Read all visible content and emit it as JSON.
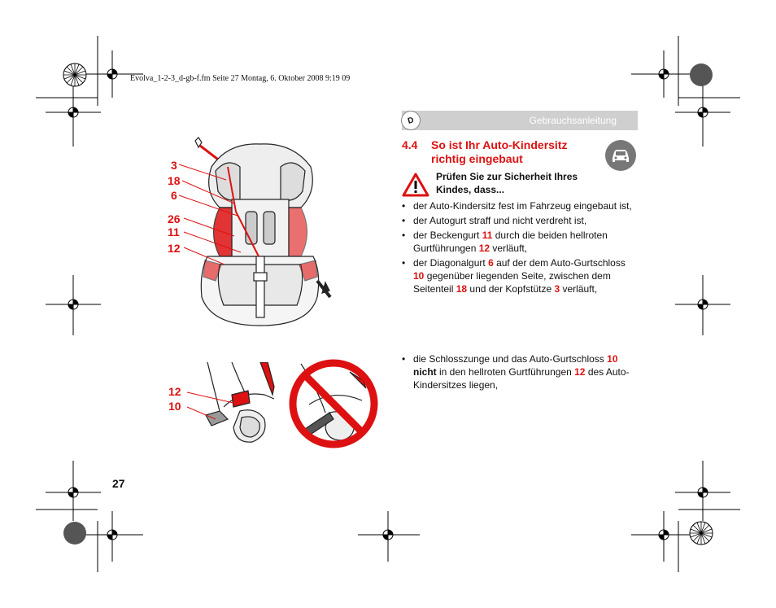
{
  "header": {
    "file_line": "Evolva_1-2-3_d-gb-f.fm  Seite 27  Montag, 6. Oktober 2008  9:19 09"
  },
  "section": {
    "lang_badge": "D",
    "title": "Gebrauchsanleitung"
  },
  "heading": {
    "number": "4.4",
    "line1": "So ist Ihr Auto-Kindersitz",
    "line2": "richtig eingebaut"
  },
  "warning": {
    "line1": "Prüfen Sie zur Sicherheit Ihres",
    "line2": "Kindes, dass..."
  },
  "bullets": [
    {
      "t1": "der Auto-Kindersitz fest im Fahrzeug eingebaut ist,"
    },
    {
      "t1": "der Autogurt straff und nicht verdreht ist,"
    },
    {
      "t1": "der Beckengurt ",
      "r1": "11",
      "t2": " durch die beiden hellroten Gurtführungen ",
      "r2": "12",
      "t3": " verläuft,"
    },
    {
      "t1": "der Diagonalgurt ",
      "r1": "6",
      "t2": " auf der dem Auto-Gurtschloss ",
      "r2": "10",
      "t3": " gegenüber liegenden Seite, zwischen dem Seitenteil ",
      "r3": "18",
      "t4": " und der Kopfstütze ",
      "r4": "3",
      "t5": " verläuft,"
    }
  ],
  "bullet_last": {
    "t1": "die Schlosszunge und das Auto-Gurtschloss ",
    "r1": "10",
    "b1": "nicht",
    "t2": " in den hellroten Gurtführungen ",
    "r2": "12",
    "t3": " des Auto-Kindersitzes liegen,"
  },
  "figure1_labels": [
    "3",
    "18",
    "6",
    "26",
    "11",
    "12"
  ],
  "figure2_labels": [
    "12",
    "10"
  ],
  "page_number": "27",
  "colors": {
    "accent_red": "#dd1111",
    "bar_gray": "#cfcfcf"
  }
}
